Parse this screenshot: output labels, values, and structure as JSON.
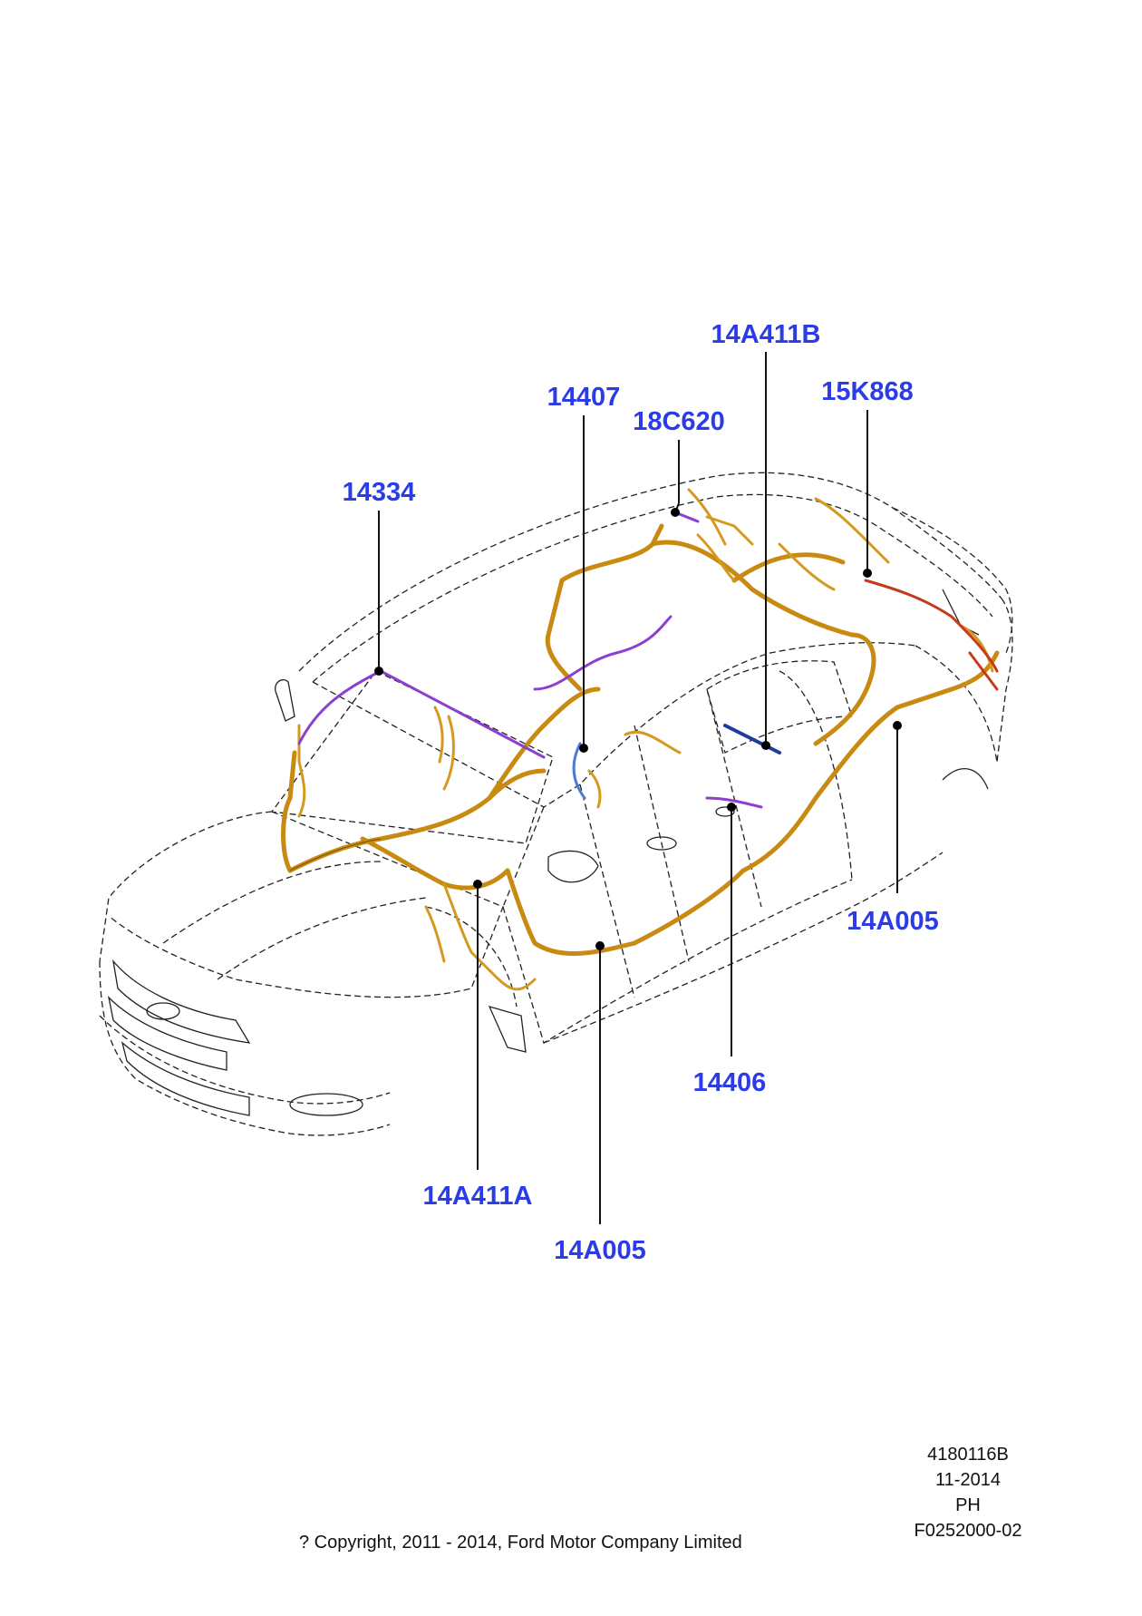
{
  "callouts": [
    {
      "id": "14A411B",
      "label": "14A411B"
    },
    {
      "id": "14407",
      "label": "14407"
    },
    {
      "id": "18C620",
      "label": "18C620"
    },
    {
      "id": "15K868",
      "label": "15K868"
    },
    {
      "id": "14334",
      "label": "14334"
    },
    {
      "id": "14A005_right",
      "label": "14A005"
    },
    {
      "id": "14406",
      "label": "14406"
    },
    {
      "id": "14A411A",
      "label": "14A411A"
    },
    {
      "id": "14A005_bottom",
      "label": "14A005"
    }
  ],
  "colors": {
    "label": "#2b3be6",
    "harness": "#c98a12",
    "purple_wire": "#8b3fd1",
    "blue_wire": "#4b7bd6",
    "navy_wire": "#1f3d9a",
    "red_wire": "#c63a1c"
  },
  "metadata": {
    "code": "4180116B",
    "date": "11-2014",
    "initials": "PH",
    "figure": "F0252000-02"
  },
  "copyright": "? Copyright, 2011 - 2014, Ford Motor Company Limited"
}
